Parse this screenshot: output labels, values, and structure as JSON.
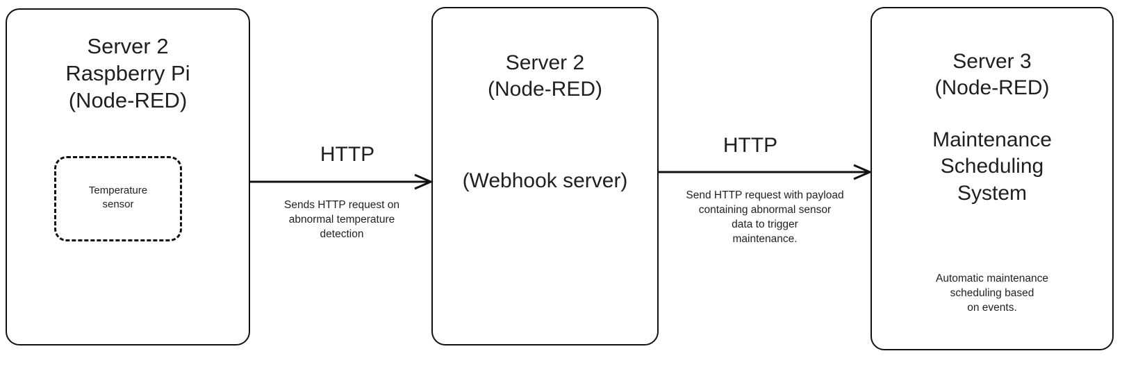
{
  "diagram": {
    "title": "IoT temperature alert to maintenance scheduling flow",
    "background_color": "#ffffff",
    "stroke_color": "#111111",
    "text_color": "#1f1f1f",
    "nodes": [
      {
        "id": "server2-rpi",
        "heading": "Server 2\nRaspberry Pi\n(Node-RED)",
        "inner": {
          "id": "temperature-sensor",
          "label": "Temperature\nsensor",
          "border_style": "dashed"
        }
      },
      {
        "id": "server2-webhook",
        "heading": "Server 2\n(Node-RED)",
        "subheading": "(Webhook server)"
      },
      {
        "id": "server3-maintenance",
        "heading": "Server 3\n(Node-RED)",
        "subheading": "Maintenance\nScheduling\nSystem",
        "note": "Automatic maintenance\nscheduling based\non events."
      }
    ],
    "edges": [
      {
        "id": "edge-rpi-to-webhook",
        "protocol": "HTTP",
        "description": "Sends HTTP request on\nabnormal temperature\ndetection",
        "direction": "right"
      },
      {
        "id": "edge-webhook-to-maintenance",
        "protocol": "HTTP",
        "description": "Send HTTP request with payload\ncontaining abnormal sensor\ndata to trigger\nmaintenance.",
        "direction": "right"
      }
    ]
  }
}
